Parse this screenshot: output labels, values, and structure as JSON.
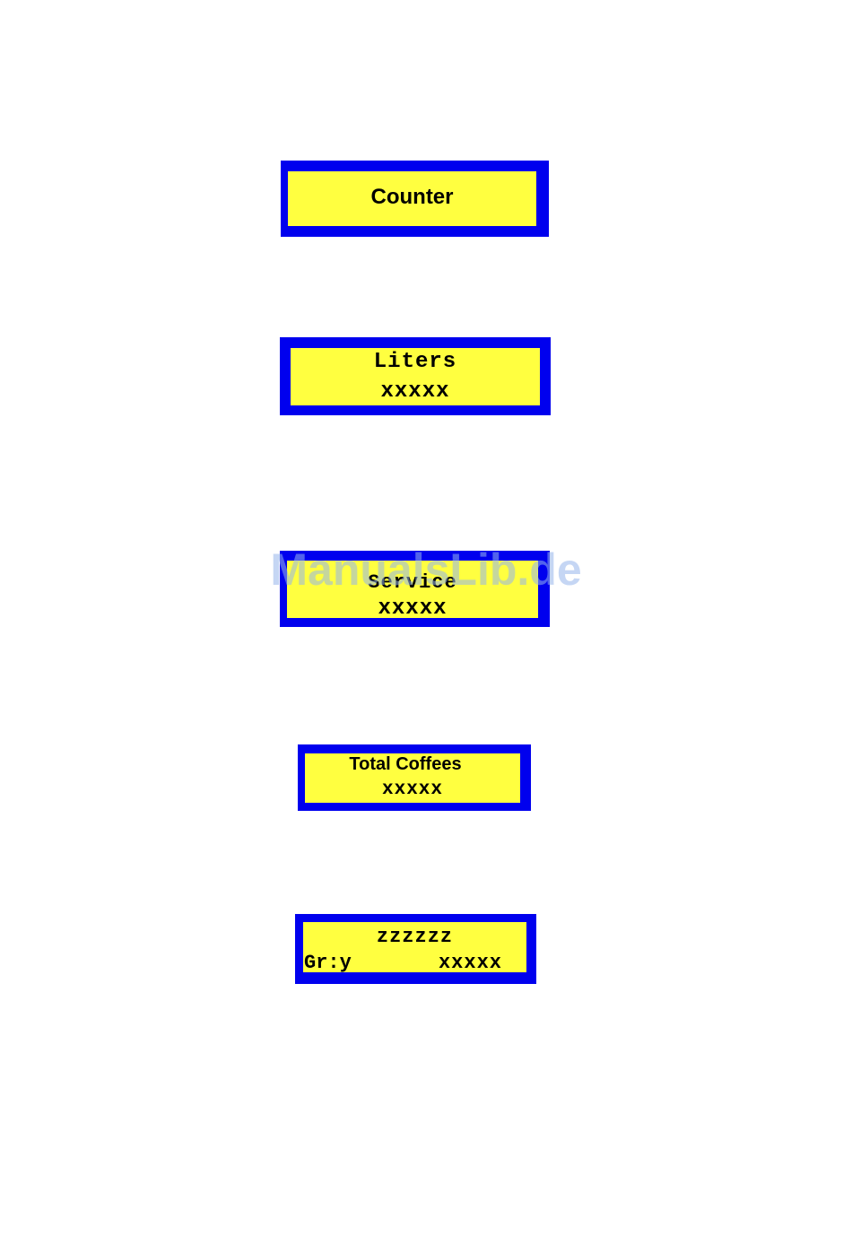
{
  "colors": {
    "lcd_background": "#ffff40",
    "lcd_border": "#0000ee",
    "text": "#000000",
    "watermark": "#96b4eb"
  },
  "screens": [
    {
      "id": "counter",
      "line1": "Counter"
    },
    {
      "id": "liters",
      "line1": "Liters",
      "line2": "xxxxx"
    },
    {
      "id": "service",
      "line1": "Service",
      "line2": "xxxxx"
    },
    {
      "id": "total_coffees",
      "line1": "Total Coffees",
      "line2": "xxxxx"
    },
    {
      "id": "grinder",
      "line1": "zzzzzz",
      "line2_left": "Gr:y",
      "line2_right": "xxxxx"
    }
  ],
  "watermark": "ManualsLib.de"
}
